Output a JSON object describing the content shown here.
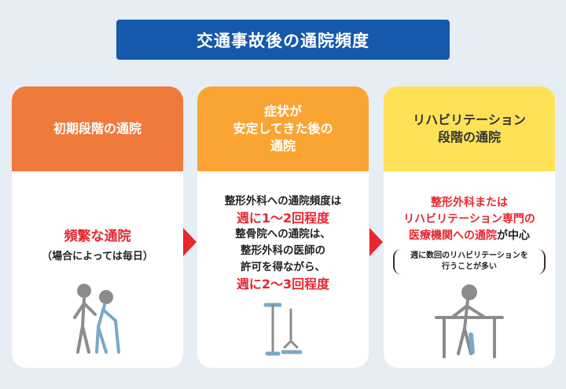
{
  "title": "交通事故後の通院頻度",
  "cards": [
    {
      "header": "初期段階の通院",
      "main": "頻繁な通院",
      "sub": "（場合によっては毎日）"
    },
    {
      "header": "症状が\n安定してきた後の\n通院",
      "line1": "整形外科への通院頻度は",
      "line2": "週に1〜2回程度",
      "line3": "整骨院への通院は、",
      "line4": "整形外科の医師の",
      "line5": "許可を得ながら、",
      "line6": "週に2〜3回程度"
    },
    {
      "header": "リハビリテーション\n段階の通院",
      "line1": "整形外科または",
      "line2": "リハビリテーション専門の",
      "line3_red": "医療機関への通院",
      "line3_black": "が中心",
      "note1": "週に数回のリハビリテーションを",
      "note2": "行うことが多い"
    }
  ],
  "colors": {
    "title": "#1559ad",
    "stage1": "#f07a3b",
    "stage2": "#faa533",
    "stage3": "#fde258",
    "accent": "#e8262d"
  }
}
